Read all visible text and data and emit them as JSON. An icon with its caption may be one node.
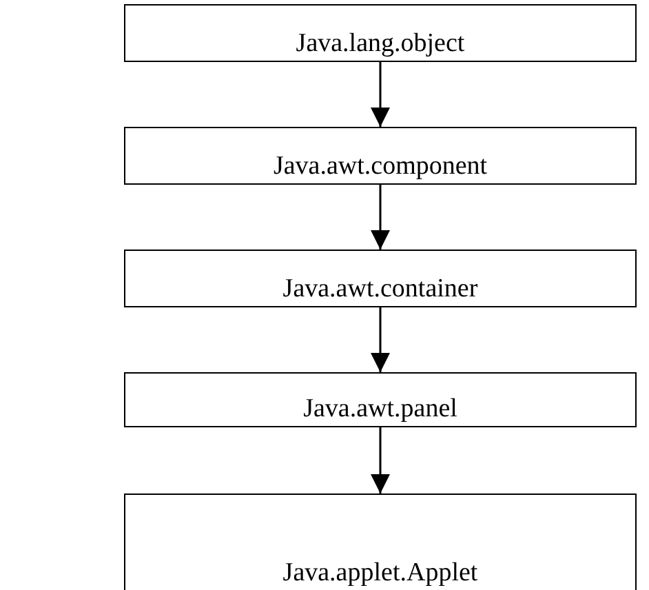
{
  "diagram": {
    "nodes": [
      {
        "text": [
          "Java.lang.object"
        ]
      },
      {
        "text": [
          "Java.awt.component"
        ]
      },
      {
        "text": [
          "Java.awt.container"
        ]
      },
      {
        "text": [
          "Java.awt.panel"
        ]
      },
      {
        "text": [
          "Java.applet.Applet"
        ]
      }
    ],
    "edges": [
      {
        "from": 0,
        "to": 1,
        "arrow": "to"
      },
      {
        "from": 1,
        "to": 2,
        "arrow": "to"
      },
      {
        "from": 2,
        "to": 3,
        "arrow": "to"
      },
      {
        "from": 3,
        "to": 4,
        "arrow": "to"
      }
    ]
  }
}
